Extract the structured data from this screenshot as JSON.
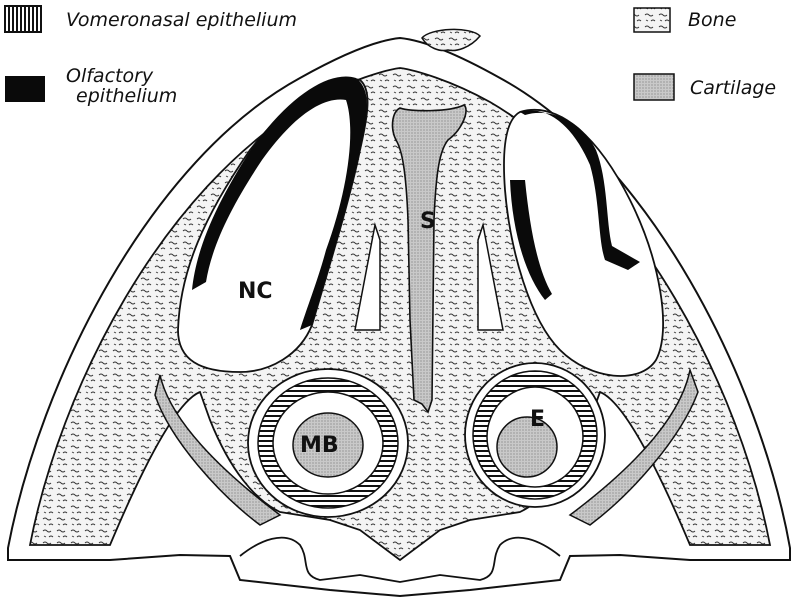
{
  "legend": {
    "vomeronasal": "Vomeronasal epithelium",
    "olfactory_line1": "Olfactory",
    "olfactory_line2": "epithelium",
    "bone": "Bone",
    "cartilage": "Cartilage"
  },
  "labels": {
    "nasal_cavity": "NC",
    "septum": "S",
    "main_body": "MB",
    "e": "E"
  }
}
